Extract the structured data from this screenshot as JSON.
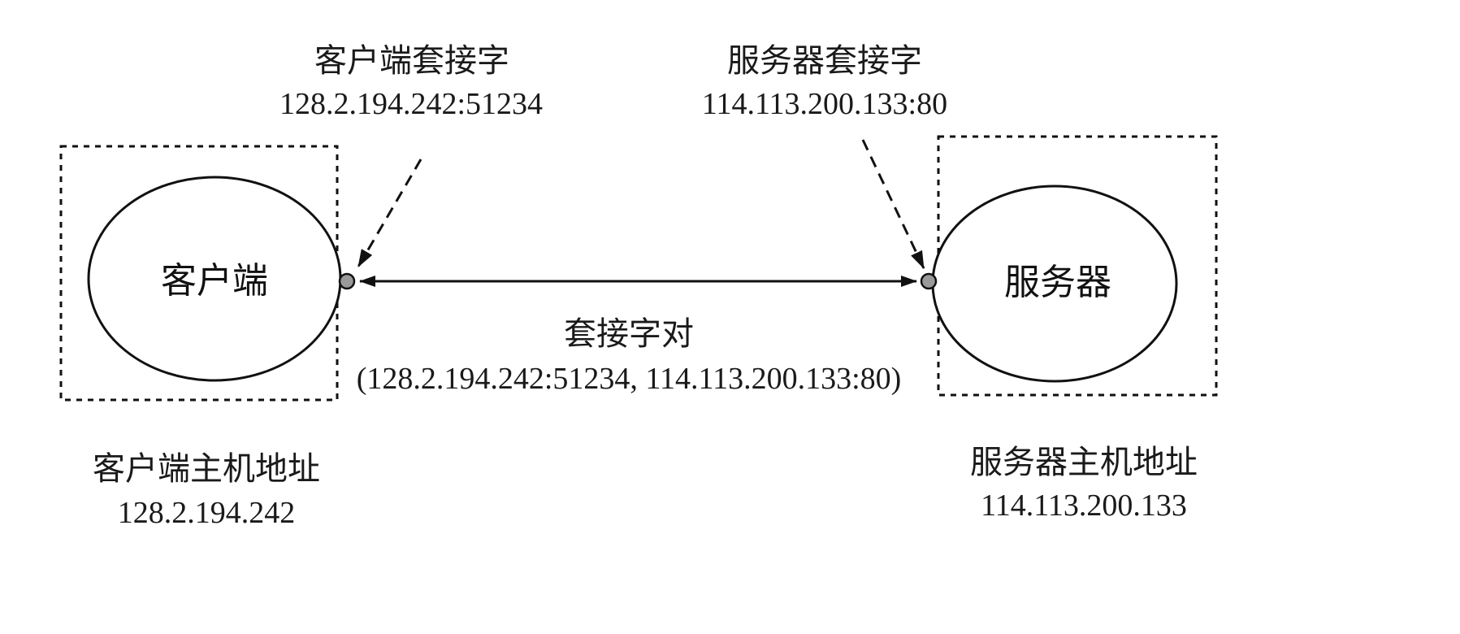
{
  "client_socket": {
    "title": "客户端套接字",
    "address": "128.2.194.242:51234"
  },
  "server_socket": {
    "title": "服务器套接字",
    "address": "114.113.200.133:80"
  },
  "client_node": {
    "label": "客户端"
  },
  "server_node": {
    "label": "服务器"
  },
  "socket_pair": {
    "title": "套接字对",
    "value": "(128.2.194.242:51234, 114.113.200.133:80)"
  },
  "client_host": {
    "title": "客户端主机地址",
    "address": "128.2.194.242"
  },
  "server_host": {
    "title": "服务器主机地址",
    "address": "114.113.200.133"
  },
  "colors": {
    "stroke": "#111111",
    "socket_dot": "#9a9a9a"
  }
}
